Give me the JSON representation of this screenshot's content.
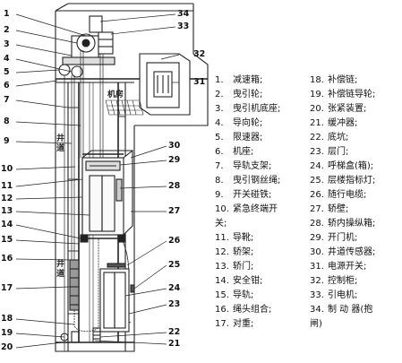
{
  "diagram": {
    "callouts_left": [
      "1",
      "2",
      "3",
      "4",
      "5",
      "6",
      "7",
      "8",
      "9",
      "10",
      "11",
      "12",
      "13",
      "14",
      "15",
      "16",
      "17",
      "18",
      "19",
      "20"
    ],
    "callouts_right": [
      "34",
      "33",
      "32",
      "31",
      "30",
      "29",
      "28",
      "27",
      "26",
      "25",
      "24",
      "23",
      "22",
      "21"
    ],
    "machine_room_label": "机房",
    "shaft_label_upper": "井道",
    "shaft_label_lower": "井道"
  },
  "legend": {
    "left": [
      {
        "num": "1.",
        "text": "减速箱;"
      },
      {
        "num": "2.",
        "text": "曳引轮;"
      },
      {
        "num": "3.",
        "text": "曳引机底座;"
      },
      {
        "num": "4.",
        "text": "导向轮;"
      },
      {
        "num": "5.",
        "text": "限速器;"
      },
      {
        "num": "6.",
        "text": "机座;"
      },
      {
        "num": "7.",
        "text": "导轨支架;"
      },
      {
        "num": "8.",
        "text": "曳引钢丝绳;"
      },
      {
        "num": "9.",
        "text": "开关碰铁;"
      },
      {
        "num": "10.",
        "text": "紧急终端开"
      },
      {
        "num": "",
        "text": "关;"
      },
      {
        "num": "11.",
        "text": "导靴;"
      },
      {
        "num": "12.",
        "text": "轿架;"
      },
      {
        "num": "13.",
        "text": "轿门;"
      },
      {
        "num": "14.",
        "text": "安全钳;"
      },
      {
        "num": "15.",
        "text": "导轨;"
      },
      {
        "num": "16.",
        "text": "绳头组合;"
      },
      {
        "num": "17.",
        "text": "对重;"
      }
    ],
    "right": [
      {
        "num": "18.",
        "text": "补偿链;"
      },
      {
        "num": "19.",
        "text": "补偿链导轮;"
      },
      {
        "num": "20.",
        "text": "张紧装置;"
      },
      {
        "num": "21.",
        "text": "缓冲器;"
      },
      {
        "num": "22.",
        "text": "底坑;"
      },
      {
        "num": "23.",
        "text": "层门;"
      },
      {
        "num": "24.",
        "text": "呼梯盒(箱);"
      },
      {
        "num": "25.",
        "text": "层楼指标灯;"
      },
      {
        "num": "26.",
        "text": "随行电缆;"
      },
      {
        "num": "27.",
        "text": "轿壁;"
      },
      {
        "num": "28.",
        "text": "轿内操纵箱;"
      },
      {
        "num": "29.",
        "text": "开门机;"
      },
      {
        "num": "30.",
        "text": "井道传感器;"
      },
      {
        "num": "31.",
        "text": "电源开关;"
      },
      {
        "num": "32.",
        "text": "控制柜;"
      },
      {
        "num": "33.",
        "text": "引电机;"
      },
      {
        "num": "34.",
        "text": "制 动 器(抱"
      },
      {
        "num": "",
        "text": "闸)"
      }
    ]
  }
}
